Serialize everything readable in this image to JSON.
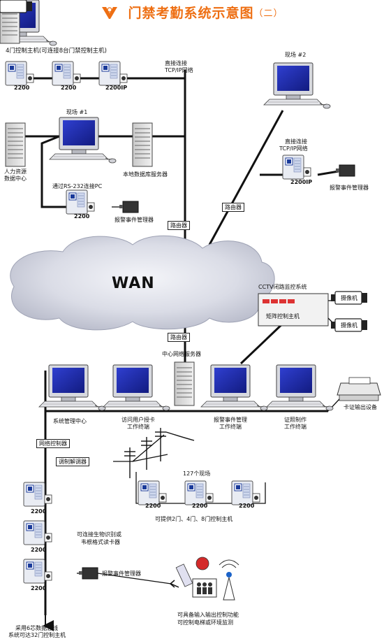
{
  "title": {
    "main": "门禁考勤系统示意图",
    "sub": "（二）"
  },
  "labels": {
    "controller_4door": "4门控制主机(可连接8台门禁控制主机)",
    "tcpip_top_1": "直接连接",
    "tcpip_top_2": "TCP/IP网络",
    "site1": "现场 #1",
    "site2": "现场 #2",
    "hr_1": "人力资源",
    "hr_2": "数据中心",
    "local_db": "本地数据库服务器",
    "rs232": "通过RS-232连接PC",
    "alarm_mgr_1": "报警事件管理器",
    "router_1": "路由器",
    "router_2": "路由器",
    "router_3": "路由器",
    "tcpip_right_1": "直接连接",
    "tcpip_right_2": "TCP/IP网络",
    "alarm_mgr_2": "报警事件管理器",
    "wan": "WAN",
    "cctv": "CCTV闭路监控系统",
    "matrix": "矩阵控制主机",
    "camera_1": "摄像机",
    "camera_2": "摄像机",
    "central_server": "中心网络服务器",
    "sys_mgmt": "系统管理中心",
    "visitor_1": "访问用户授卡",
    "visitor_2": "工作终端",
    "alarm_ws_1": "报警事件管理",
    "alarm_ws_2": "工作终端",
    "id_ws_1": "证照制作",
    "id_ws_2": "工作终端",
    "card_printer": "卡证输出设备",
    "net_ctrl": "网络控制器",
    "modem": "调制解调器",
    "sites127": "127个现场",
    "provide": "可提供2门、4门、8门控制主机",
    "bio_1": "可连接生物识别或",
    "bio_2": "韦根格式读卡器",
    "alarm_mgr_3": "报警事件管理器",
    "io_1": "可具备输入输出控制功能",
    "io_2": "可控制电梯或环境监测",
    "bus_1": "采用6芯数据总线",
    "bus_2": "系统可达32门控制主机"
  },
  "panel_labels": {
    "p2200": "2200",
    "p2200ip": "2200IP"
  },
  "colors": {
    "title": "#ee6f13",
    "monitor_screen": "#1b2aa8",
    "line": "#111111",
    "cloud": "#d8dbe6"
  }
}
